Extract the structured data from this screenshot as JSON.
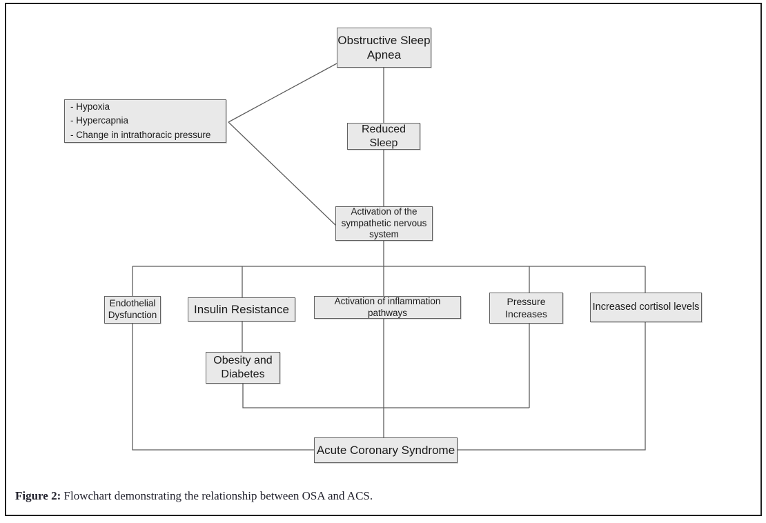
{
  "figure": {
    "caption_label": "Figure 2:",
    "caption_text": " Flowchart demonstrating the relationship between OSA and ACS."
  },
  "flowchart": {
    "nodes": {
      "osa": "Obstructive Sleep Apnea",
      "factors": {
        "items": [
          "- Hypoxia",
          "- Hypercapnia",
          "- Change in intrathoracic pressure"
        ]
      },
      "reduced_sleep": "Reduced Sleep",
      "sympathetic": "Activation of the sympathetic nervous system",
      "endothelial": "Endothelial Dysfunction",
      "insulin": "Insulin Resistance",
      "inflammation": "Activation of inflammation pathways",
      "pressure": "Pressure Increases",
      "cortisol": "Increased cortisol levels",
      "obesity": "Obesity and Diabetes",
      "acs": "Acute Coronary Syndrome"
    },
    "edges": [
      "osa - factors",
      "osa - reduced_sleep",
      "reduced_sleep - sympathetic",
      "factors - sympathetic",
      "sympathetic - endothelial",
      "sympathetic - insulin",
      "sympathetic - inflammation",
      "sympathetic - pressure",
      "sympathetic - cortisol",
      "insulin - obesity",
      "obesity - acs",
      "pressure - acs",
      "inflammation - acs",
      "endothelial - acs",
      "cortisol - acs"
    ]
  },
  "colors": {
    "box_fill": "#e9e9e9",
    "box_border": "#616161",
    "connector": "#5d5d5d",
    "frame_border": "#1e1e1e",
    "text": "#1b1b1b"
  }
}
